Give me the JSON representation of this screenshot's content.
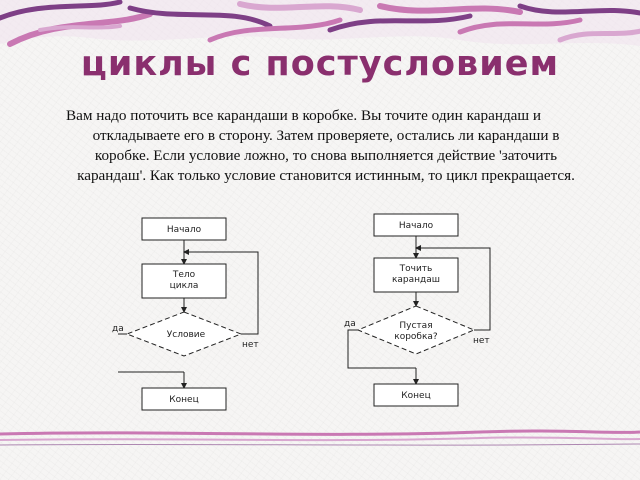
{
  "title": "циклы с постусловием",
  "paragraph": {
    "line1": "Вам надо поточить все карандаши в коробке. Вы точите один карандаш и",
    "rest": "откладываете его в сторону. Затем проверяете, остались ли карандаши в коробке. Если условие ложно, то снова выполняется действие 'заточить карандаш'. Как только условие становится истинным, то цикл прекращается."
  },
  "left_flowchart": {
    "start": "Начало",
    "body_line1": "Тело",
    "body_line2": "цикла",
    "condition": "Условие",
    "yes": "да",
    "no": "нет",
    "end": "Конец"
  },
  "right_flowchart": {
    "start": "Начало",
    "body_line1": "Точить",
    "body_line2": "карандаш",
    "condition_line1": "Пустая",
    "condition_line2": "коробка?",
    "yes": "да",
    "no": "нет",
    "end": "Конец"
  },
  "colors": {
    "title": "#8a2f6e",
    "ribbon_pink": "#c978b3",
    "ribbon_purple": "#7e3f86",
    "ribbon_light": "#d9a7d0"
  }
}
